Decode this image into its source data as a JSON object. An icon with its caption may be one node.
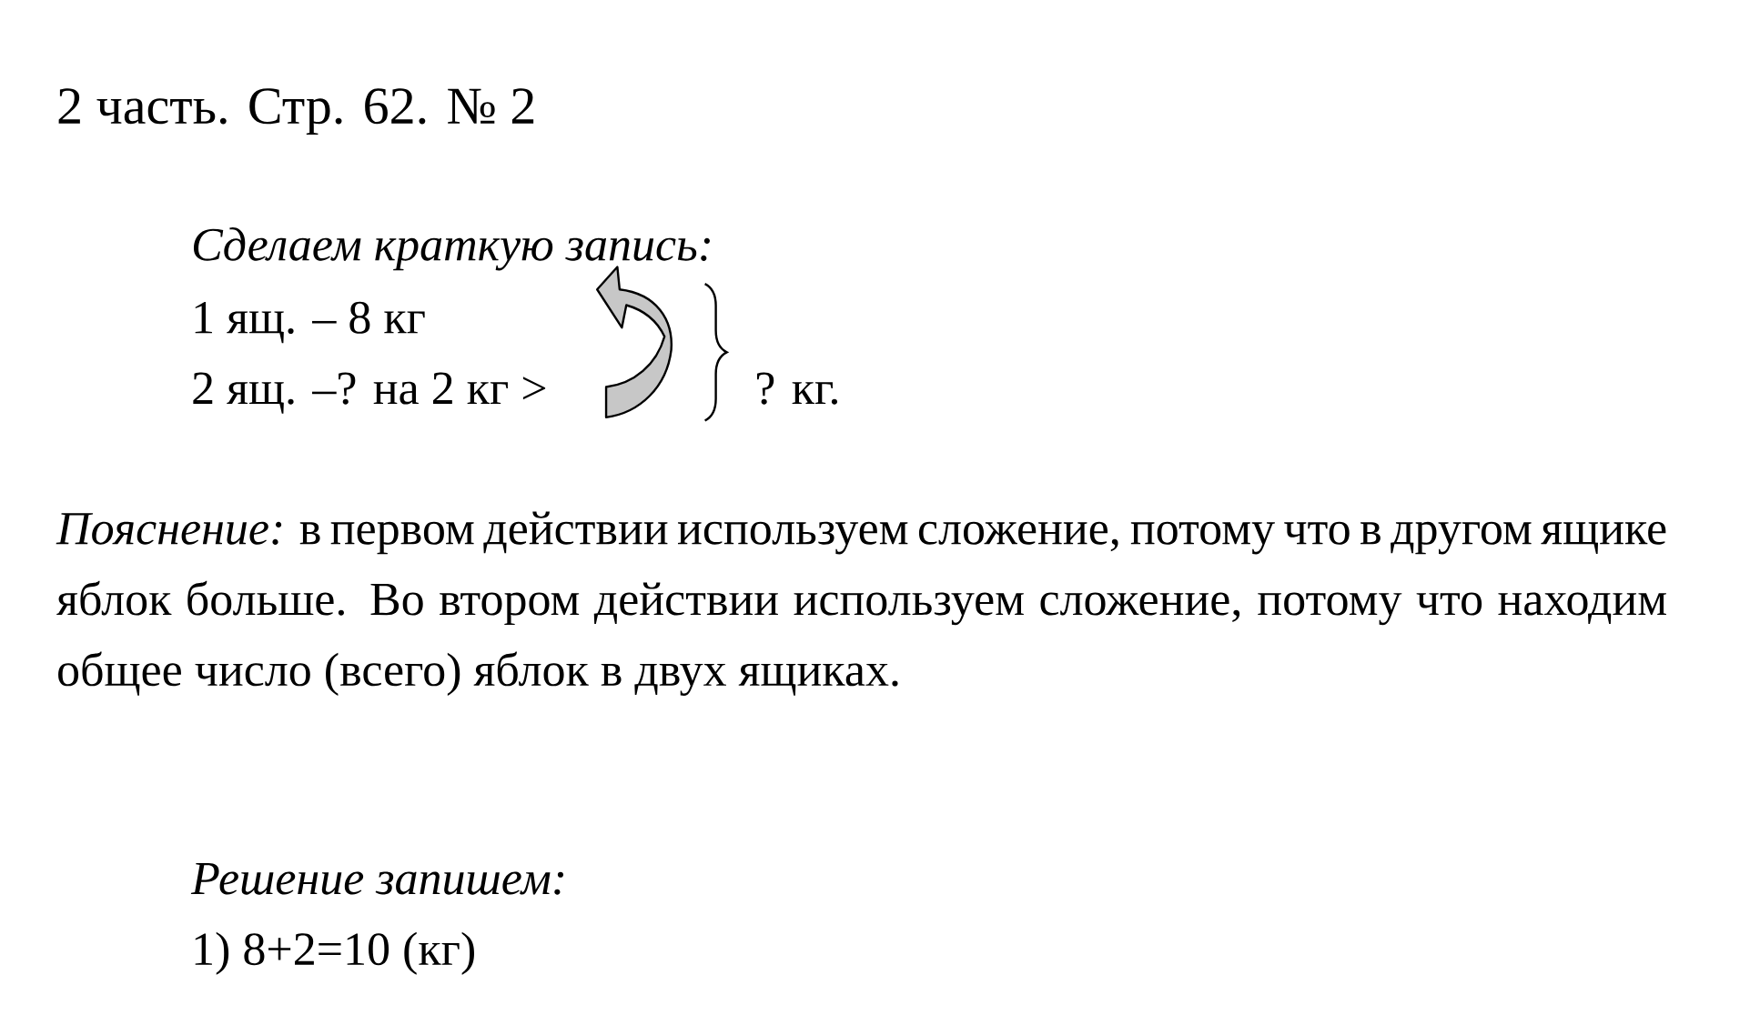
{
  "diagram": {
    "title": "2 часть. Стр. 62.  № 2",
    "labels": [
      "Сделаем краткую запись:",
      "1 ящ. – 8 кг",
      "2 ящ. –? на 2 кг >",
      "? кг.",
      "*Пояснение:* в первом действии используем сложение, потому что в другом ящике яблок больше. Во втором действии используем сложение, потому что находим общее число (всего) яблок в двух ящиках.",
      "Решение запишем:",
      "1)  8+2=10 (кг)"
    ]
  }
}
